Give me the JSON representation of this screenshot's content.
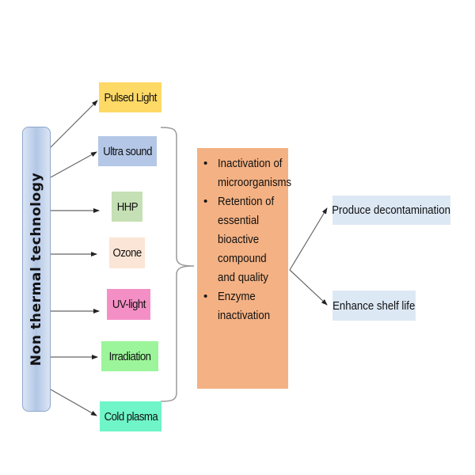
{
  "diagram": {
    "root": {
      "label": "Non thermal technology",
      "color": "#b3c7e6"
    },
    "technologies": [
      {
        "label": "Pulsed Light",
        "color": "#ffd966"
      },
      {
        "label": "Ultra sound",
        "color": "#b4c7e7"
      },
      {
        "label": "HHP",
        "color": "#c5e0b4"
      },
      {
        "label": "Ozone",
        "color": "#fbe5d6"
      },
      {
        "label": "UV-light",
        "color": "#f48fc5"
      },
      {
        "label": "Irradiation",
        "color": "#9cf59a"
      },
      {
        "label": "Cold plasma",
        "color": "#6ff5c8"
      }
    ],
    "effects": {
      "color": "#f4b183",
      "bullet": "•",
      "items": [
        "Inactivation of microorganisms",
        "Retention of essential bioactive compound and quality",
        "Enzyme inactivation"
      ]
    },
    "outcomes": [
      {
        "label": "Produce decontamination",
        "color": "#dde8f5"
      },
      {
        "label": "Enhance shelf life",
        "color": "#dde8f5"
      }
    ]
  }
}
